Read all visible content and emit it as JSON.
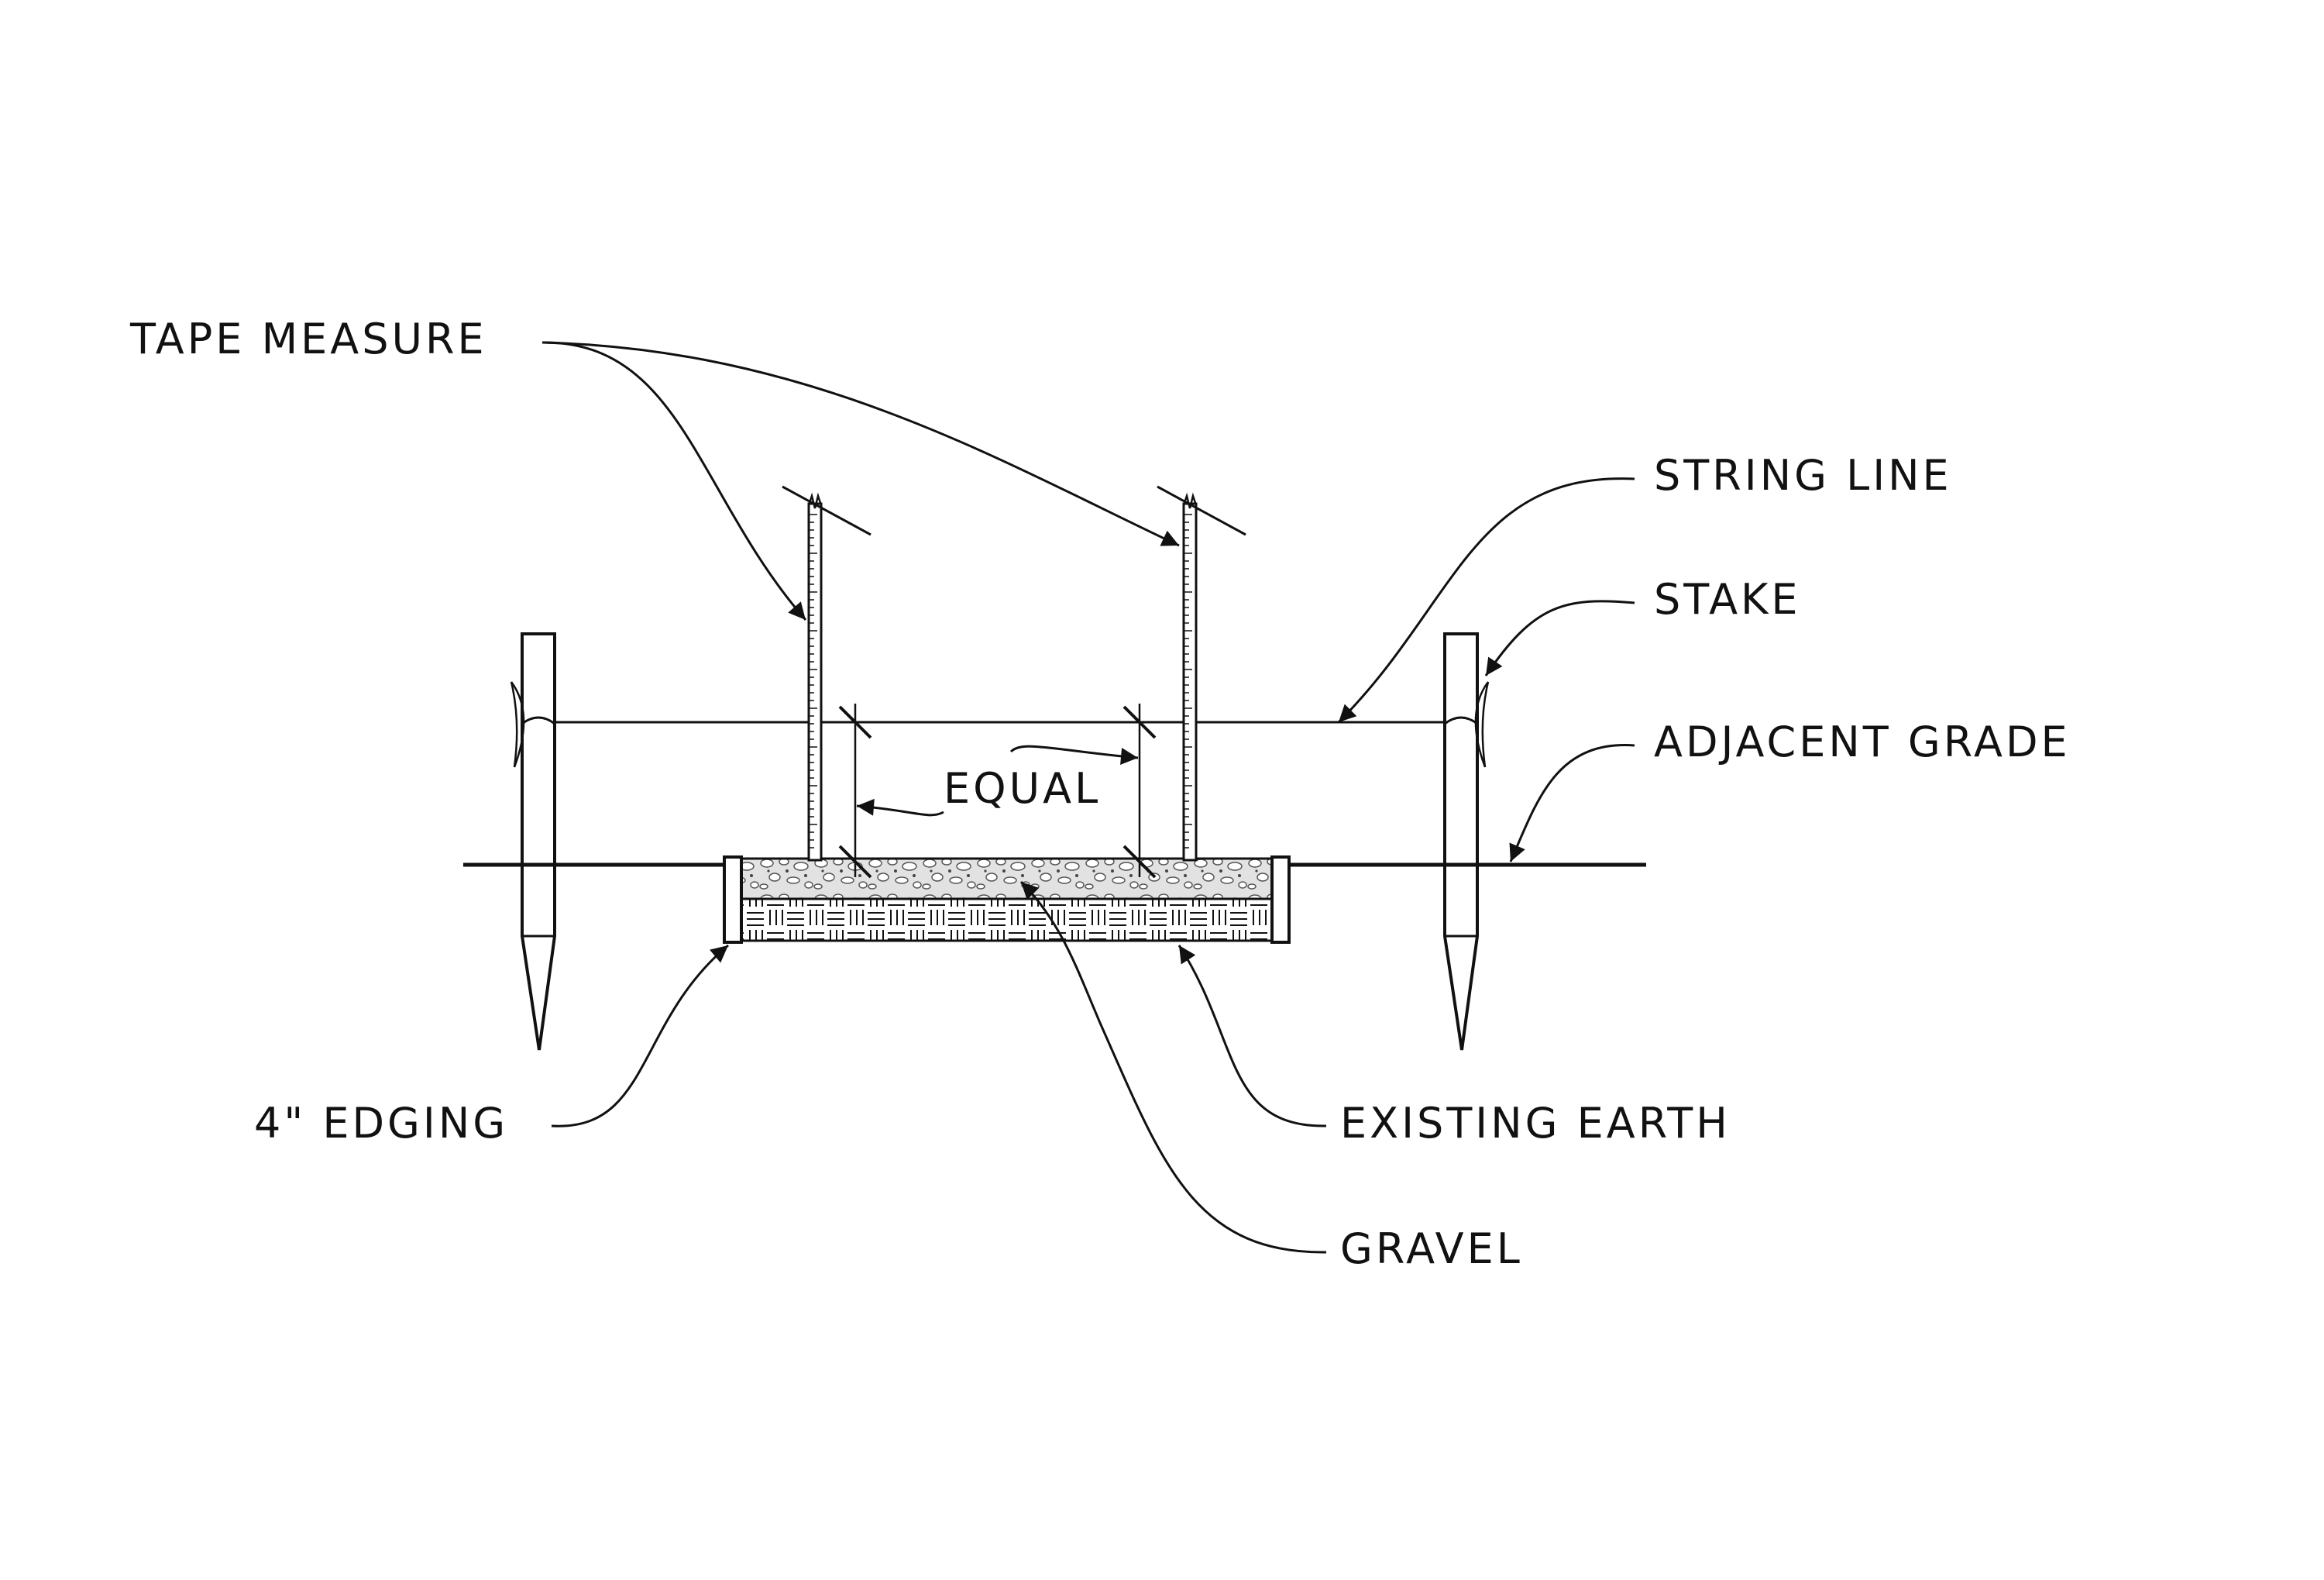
{
  "drawing": {
    "title": "",
    "ink_color": "#111111",
    "paper_color": "#ffffff",
    "gravel_fill": "#e2e2e2"
  },
  "labels": {
    "tape_measure": "TAPE MEASURE",
    "string_line": "STRING LINE",
    "stake": "STAKE",
    "adjacent_grade": "ADJACENT GRADE",
    "equal": "EQUAL",
    "edging": "4\" EDGING",
    "existing_earth": "EXISTING EARTH",
    "gravel": "GRAVEL"
  }
}
